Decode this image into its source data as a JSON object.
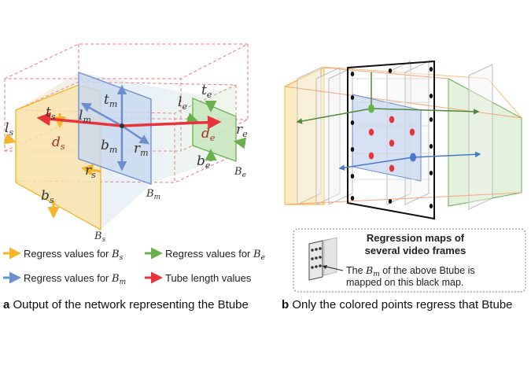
{
  "left_panel": {
    "labels": {
      "ls": "l",
      "ls_sub": "s",
      "ts": "t",
      "ts_sub": "s",
      "ds": "d",
      "ds_sub": "s",
      "rs": "r",
      "rs_sub": "s",
      "bs": "b",
      "bs_sub": "s",
      "Bs": "B",
      "Bs_sub": "s",
      "tm": "t",
      "tm_sub": "m",
      "lm": "l",
      "lm_sub": "m",
      "bm": "b",
      "bm_sub": "m",
      "rm": "r",
      "rm_sub": "m",
      "Bm": "B",
      "Bm_sub": "m",
      "te": "t",
      "te_sub": "e",
      "le": "l",
      "le_sub": "e",
      "de": "d",
      "de_sub": "e",
      "re": "r",
      "re_sub": "e",
      "be": "b",
      "be_sub": "e",
      "Be": "B",
      "Be_sub": "e"
    },
    "legend": [
      {
        "text": "Regress values for ",
        "sym": "B",
        "sub": "s",
        "color": "#f5b52a"
      },
      {
        "text": "Regress values for ",
        "sym": "B",
        "sub": "e",
        "color": "#6ab04c"
      },
      {
        "text": "Regress values for ",
        "sym": "B",
        "sub": "m",
        "color": "#5b9bd5"
      },
      {
        "text": "Tube length values",
        "sym": "",
        "sub": "",
        "color": "#e8333a"
      }
    ],
    "caption_letter": "a",
    "caption": " Output of the network representing the Btube"
  },
  "right_panel": {
    "box_title_1": "Regression maps of",
    "box_title_2": "several video frames",
    "box_text_1_pre": "The ",
    "box_text_1_sym": "B",
    "box_text_1_sub": "m",
    "box_text_1_post": " of the above Btube is",
    "box_text_2": "mapped on this black map.",
    "caption_letter": "b",
    "caption": " Only the colored points regress that Btube"
  },
  "colors": {
    "start": "#f5b52a",
    "middle": "#5b9bd5",
    "end": "#6ab04c",
    "length": "#e8333a"
  }
}
